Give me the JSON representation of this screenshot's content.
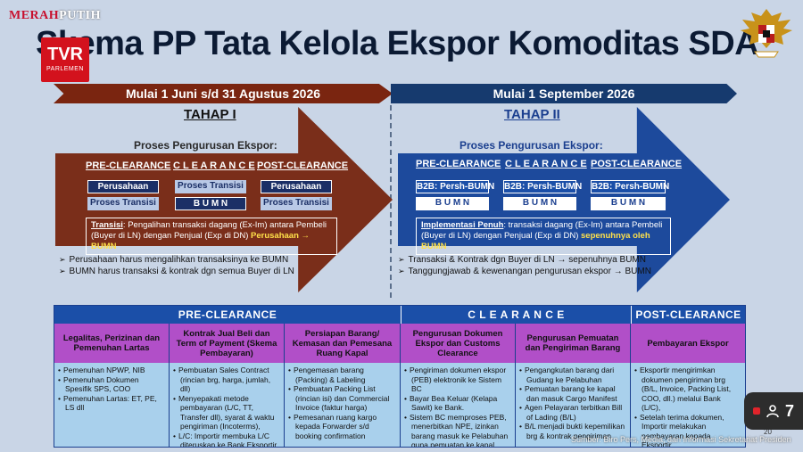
{
  "brand": {
    "part1": "MERAH",
    "part2": "PUTIH"
  },
  "title": "Skema PP Tata Kelola Ekspor Komoditas SDA",
  "tvr": {
    "line1": "TVR",
    "line2": "PARLEMEN"
  },
  "periods": {
    "p1": "Mulai 1 Juni s/d 31 Agustus 2026",
    "p2": "Mulai 1 September 2026"
  },
  "tahap1": {
    "label": "TAHAP I",
    "proses": "Proses Pengurusan Ekspor:",
    "heads": [
      "PRE-CLEARANCE",
      "C L E A R A N C E",
      "POST-CLEARANCE"
    ],
    "row1": [
      "Perusahaan",
      "Proses Transisi",
      "Perusahaan"
    ],
    "row2": [
      "Proses Transisi",
      "B U M N",
      "Proses Transisi"
    ],
    "note_a": "Transisi",
    "note_b": ": Pengalihan transaksi dagang (Ex-Im) antara Pembeli (Buyer di LN) dengan Penjual (Exp di DN) ",
    "note_c": "Perusahaan → BUMN",
    "bullets": [
      "Perusahaan harus mengalihkan transaksinya ke BUMN",
      "BUMN harus transaksi & kontrak dgn semua Buyer di LN"
    ]
  },
  "tahap2": {
    "label": "TAHAP II",
    "proses": "Proses Pengurusan Ekspor:",
    "heads": [
      "PRE-CLEARANCE",
      "C L E A R A N C E",
      "POST-CLEARANCE"
    ],
    "row1": [
      "B2B: Persh-BUMN",
      "B2B: Persh-BUMN",
      "B2B: Persh-BUMN"
    ],
    "row2": [
      "B U M N",
      "B U M N",
      "B U M N"
    ],
    "note_a": "Implementasi Penuh",
    "note_b": ": transaksi dagang (Ex-Im) antara Pembeli (Buyer di LN) dengan Penjual (Exp di DN) ",
    "note_c": "sepenuhnya oleh BUMN",
    "bullets": [
      "Transaksi & Kontrak dgn Buyer di LN → sepenuhnya BUMN",
      "Tanggungjawab & kewenangan pengurusan ekspor → BUMN"
    ]
  },
  "table": {
    "heads": [
      "PRE-CLEARANCE",
      "C L E A R A N C E",
      "POST-CLEARANCE"
    ],
    "subheads": [
      "Legalitas, Perizinan dan Pemenuhan Lartas",
      "Kontrak Jual Beli dan Term of Payment (Skema Pembayaran)",
      "Persiapan Barang/ Kemasan dan Pemesana Ruang Kapal",
      "Pengurusan Dokumen Ekspor dan Customs Clearance",
      "Pengurusan Pemuatan dan Pengiriman Barang",
      "Pembayaran Ekspor"
    ],
    "cells": [
      [
        "Pemenuhan NPWP, NIB",
        "Pemenuhan Dokumen Spesifik SPS, COO",
        "Pemenuhan Lartas: ET, PE, LS dll"
      ],
      [
        "Pembuatan Sales Contract (rincian brg, harga, jumlah, dll)",
        "Menyepakati metode pembayaran (L/C, TT, Transfer dll), syarat & waktu pengiriman (Incoterms),",
        "L/C: Importir membuka L/C diteruskan ke Bank Eksportir"
      ],
      [
        "Pengemasan barang (Packing) & Labeling",
        "Pembuatan Packing List (rincian isi) dan Commercial Invoice (faktur harga)",
        "Pemesanan ruang kargo kepada Forwarder s/d booking confirmation"
      ],
      [
        "Pengiriman dokumen ekspor (PEB) elektronik ke Sistem BC",
        "Bayar Bea Keluar (Kelapa Sawit) ke Bank.",
        "Sistem BC memproses PEB, menerbitkan NPE, izinkan barang masuk ke Pelabuhan guna pemuatan ke kapal"
      ],
      [
        "Pengangkutan barang dari Gudang ke Pelabuhan",
        "Pemuatan barang ke kapal dan masuk Cargo Manifest",
        "Agen Pelayaran terbitkan Bill of Lading (B/L)",
        "B/L menjadi bukti kepemilikan brg & kontrak pengiriman"
      ],
      [
        "Eksportir mengirimkan dokumen pengiriman brg (B/L, Invoice, Packing List, COO, dll.) melalui Bank (L/C),",
        "Setelah terima dokumen, Importir melakukan pembayaran kepada Eksportir"
      ]
    ]
  },
  "footer": "Sumber: Biro Pers, Media, dan Informasi Sekretariat Presiden",
  "viewer_count": "7",
  "page_number": "20"
}
